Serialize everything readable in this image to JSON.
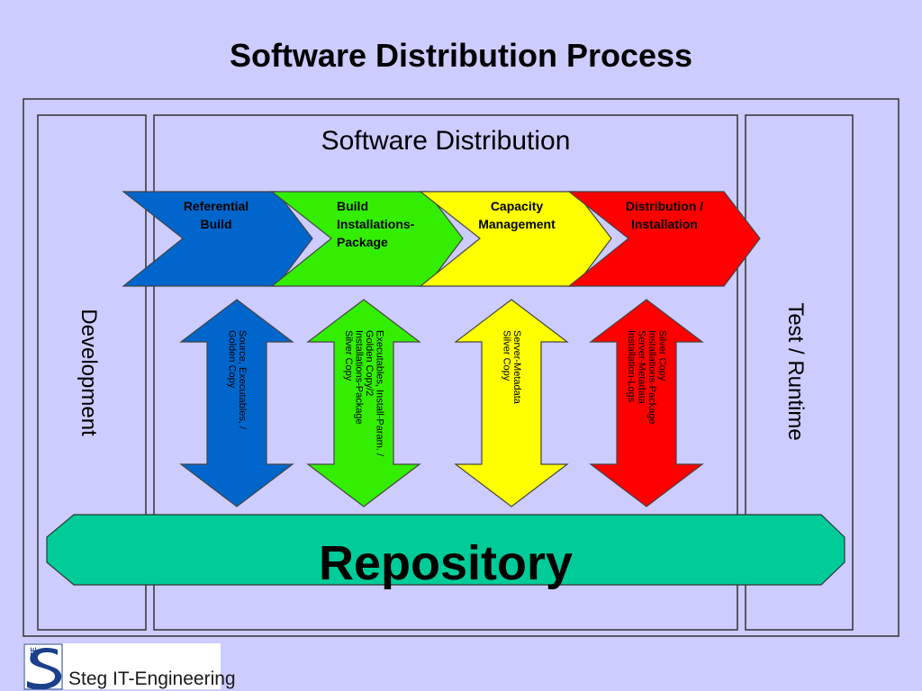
{
  "title": "Software Distribution Process",
  "center_panel_title": "Software Distribution",
  "left_panel_label": "Development",
  "right_panel_label": "Test / Runtime",
  "repository_label": "Repository",
  "colors": {
    "background": "#ccccff",
    "blue": "#0066cc",
    "green": "#33ee00",
    "yellow": "#ffff00",
    "red": "#ff0000",
    "repository": "#00cc99"
  },
  "process_steps": [
    {
      "lines": [
        "Referential",
        "Build"
      ],
      "color": "#0066cc"
    },
    {
      "lines": [
        "Build",
        "Installations-",
        "Package"
      ],
      "color": "#33ee00"
    },
    {
      "lines": [
        "Capacity",
        "Management"
      ],
      "color": "#ffff00"
    },
    {
      "lines": [
        "Distribution /",
        "Installation"
      ],
      "color": "#ff0000"
    }
  ],
  "flows": [
    {
      "lines": [
        "Source, Executables, /",
        "Golden Copy"
      ],
      "color": "#0066cc"
    },
    {
      "lines": [
        "Executables, Install-Param. /",
        "Golden Copy/2",
        "Installations-Package",
        "Silver Copy"
      ],
      "color": "#33ee00"
    },
    {
      "lines": [
        "Server-Metadata",
        "Silver Copy"
      ],
      "color": "#ffff00"
    },
    {
      "lines": [
        "Silver Copy",
        "Installations-Package",
        "Server-Metadata",
        "Installation-Logs"
      ],
      "color": "#ff0000"
    }
  ],
  "logo": {
    "badge_text": "SITE",
    "company": "Steg IT-Engineering"
  }
}
